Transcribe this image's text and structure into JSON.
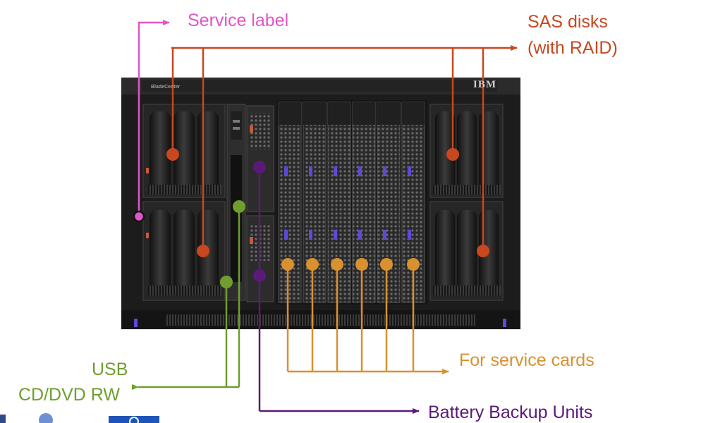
{
  "labels": {
    "service_label": "Service label",
    "sas_disks_line1": "SAS disks",
    "sas_disks_line2": "(with RAID)",
    "service_cards": "For service cards",
    "usb": "USB",
    "cd_dvd": "CD/DVD RW",
    "battery": "Battery Backup Units"
  },
  "chassis": {
    "product_text": "BladeCenter",
    "brand_text": "IBM"
  },
  "colors": {
    "service_label": "#e055c8",
    "sas_disks": "#c8471f",
    "service_cards": "#d9902f",
    "usb_cddvd": "#6f9e2e",
    "battery": "#5b1a78",
    "chassis": "#1c1c1c"
  },
  "bays": {
    "blade_slots": 6
  }
}
